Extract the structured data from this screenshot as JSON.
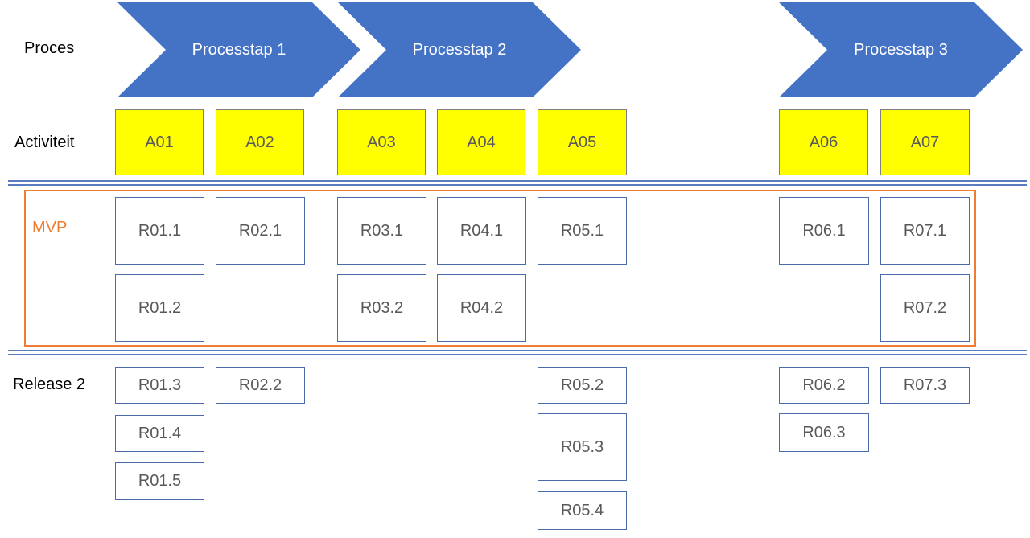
{
  "labels": {
    "process": "Proces",
    "activity": "Activiteit",
    "mvp": "MVP",
    "release2": "Release 2"
  },
  "steps": [
    "Processtap 1",
    "Processtap 2",
    "Processtap 3"
  ],
  "activities": [
    "A01",
    "A02",
    "A03",
    "A04",
    "A05",
    "A06",
    "A07"
  ],
  "mvp": {
    "a01": [
      "R01.1",
      "R01.2"
    ],
    "a02": [
      "R02.1"
    ],
    "a03": [
      "R03.1",
      "R03.2"
    ],
    "a04": [
      "R04.1",
      "R04.2"
    ],
    "a05": [
      "R05.1"
    ],
    "a06": [
      "R06.1"
    ],
    "a07": [
      "R07.1",
      "R07.2"
    ]
  },
  "release2": {
    "a01": [
      "R01.3",
      "R01.4",
      "R01.5"
    ],
    "a02": [
      "R02.2"
    ],
    "a05": [
      "R05.2",
      "R05.3",
      "R05.4"
    ],
    "a06": [
      "R06.2",
      "R06.3"
    ],
    "a07": [
      "R07.3"
    ]
  },
  "colors": {
    "chevron": "#4472c4",
    "activity": "#ffff00",
    "mvp_frame": "#ed7d31",
    "divider": "#5b7bc0"
  }
}
